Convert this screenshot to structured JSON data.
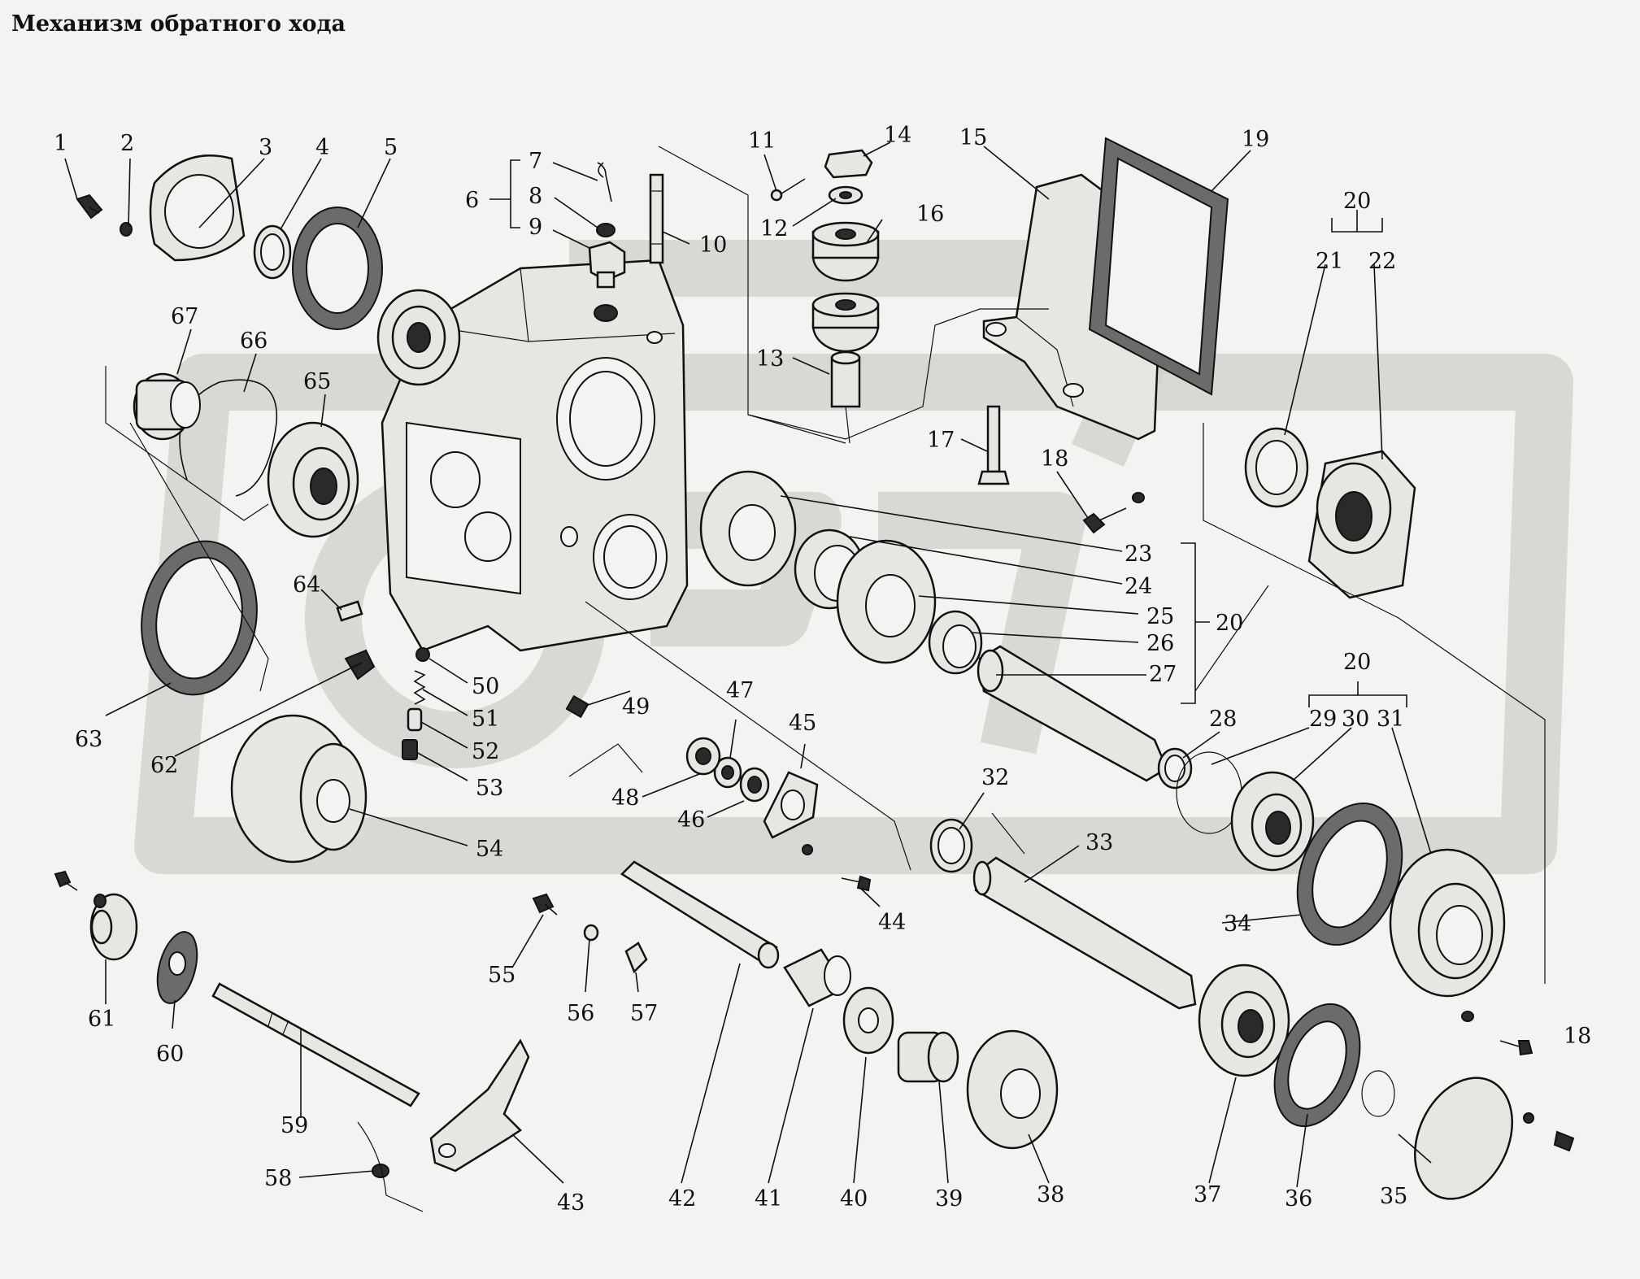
{
  "title": "Механизм обратного хода",
  "colors": {
    "background": "#f3f3f1",
    "ink": "#111111",
    "watermark": "#cfcfcb"
  },
  "labels": [
    {
      "id": "1",
      "text": "1"
    },
    {
      "id": "2",
      "text": "2"
    },
    {
      "id": "3",
      "text": "3"
    },
    {
      "id": "4",
      "text": "4"
    },
    {
      "id": "5",
      "text": "5"
    },
    {
      "id": "6",
      "text": "6"
    },
    {
      "id": "7",
      "text": "7"
    },
    {
      "id": "8",
      "text": "8"
    },
    {
      "id": "9",
      "text": "9"
    },
    {
      "id": "10",
      "text": "10"
    },
    {
      "id": "11",
      "text": "11"
    },
    {
      "id": "12",
      "text": "12"
    },
    {
      "id": "13",
      "text": "13"
    },
    {
      "id": "14",
      "text": "14"
    },
    {
      "id": "15",
      "text": "15"
    },
    {
      "id": "16",
      "text": "16"
    },
    {
      "id": "17",
      "text": "17"
    },
    {
      "id": "18a",
      "text": "18"
    },
    {
      "id": "18b",
      "text": "18"
    },
    {
      "id": "19",
      "text": "19"
    },
    {
      "id": "20a",
      "text": "20"
    },
    {
      "id": "20b",
      "text": "20"
    },
    {
      "id": "20c",
      "text": "20"
    },
    {
      "id": "21",
      "text": "21"
    },
    {
      "id": "22",
      "text": "22"
    },
    {
      "id": "23",
      "text": "23"
    },
    {
      "id": "24",
      "text": "24"
    },
    {
      "id": "25",
      "text": "25"
    },
    {
      "id": "26",
      "text": "26"
    },
    {
      "id": "27",
      "text": "27"
    },
    {
      "id": "28",
      "text": "28"
    },
    {
      "id": "29",
      "text": "29"
    },
    {
      "id": "30",
      "text": "30"
    },
    {
      "id": "31",
      "text": "31"
    },
    {
      "id": "32",
      "text": "32"
    },
    {
      "id": "33",
      "text": "33"
    },
    {
      "id": "34",
      "text": "34"
    },
    {
      "id": "35",
      "text": "35"
    },
    {
      "id": "36",
      "text": "36"
    },
    {
      "id": "37",
      "text": "37"
    },
    {
      "id": "38",
      "text": "38"
    },
    {
      "id": "39",
      "text": "39"
    },
    {
      "id": "40",
      "text": "40"
    },
    {
      "id": "41",
      "text": "41"
    },
    {
      "id": "42",
      "text": "42"
    },
    {
      "id": "43",
      "text": "43"
    },
    {
      "id": "44",
      "text": "44"
    },
    {
      "id": "45",
      "text": "45"
    },
    {
      "id": "46",
      "text": "46"
    },
    {
      "id": "47",
      "text": "47"
    },
    {
      "id": "48",
      "text": "48"
    },
    {
      "id": "49",
      "text": "49"
    },
    {
      "id": "50",
      "text": "50"
    },
    {
      "id": "51",
      "text": "51"
    },
    {
      "id": "52",
      "text": "52"
    },
    {
      "id": "53",
      "text": "53"
    },
    {
      "id": "54",
      "text": "54"
    },
    {
      "id": "55",
      "text": "55"
    },
    {
      "id": "56",
      "text": "56"
    },
    {
      "id": "57",
      "text": "57"
    },
    {
      "id": "58",
      "text": "58"
    },
    {
      "id": "59",
      "text": "59"
    },
    {
      "id": "60",
      "text": "60"
    },
    {
      "id": "61",
      "text": "61"
    },
    {
      "id": "62",
      "text": "62"
    },
    {
      "id": "63",
      "text": "63"
    },
    {
      "id": "64",
      "text": "64"
    },
    {
      "id": "65",
      "text": "65"
    },
    {
      "id": "66",
      "text": "66"
    },
    {
      "id": "67",
      "text": "67"
    }
  ]
}
